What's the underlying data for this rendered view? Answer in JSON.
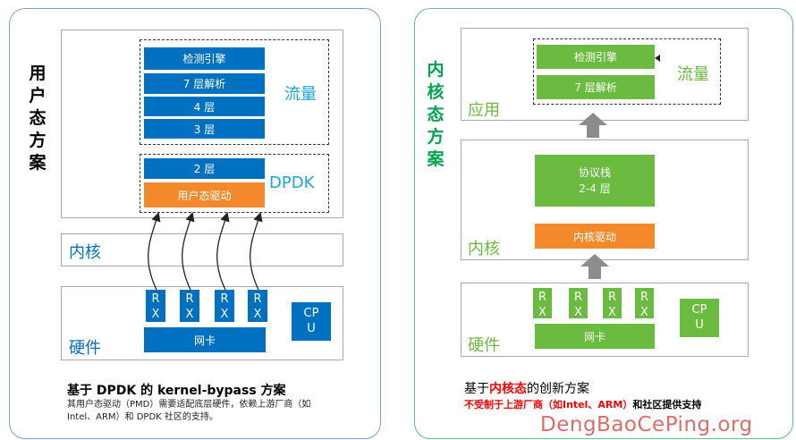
{
  "left": {
    "title_chars": [
      "用",
      "户",
      "态",
      "方",
      "案"
    ],
    "user_bars": [
      "检测引擎",
      "7 层解析",
      "4 层",
      "3 层"
    ],
    "flow_label": "流量",
    "dpdk_bars": [
      "2 层",
      "用户态驱动"
    ],
    "dpdk_label": "DPDK",
    "kernel_label": "内核",
    "rx_chars": [
      "R",
      "X"
    ],
    "nic_label": "网卡",
    "cpu_lines": [
      "CP",
      "U"
    ],
    "hw_label": "硬件",
    "caption_title": "基于 DPDK 的 kernel-bypass 方案",
    "caption_sub_1": "其用户态驱动（PMD）需要适配底层硬件，依赖上游厂商（如",
    "caption_sub_2": "Intel、ARM）和 DPDK 社区的支持。"
  },
  "right": {
    "title_chars": [
      "内",
      "核",
      "态",
      "方",
      "案"
    ],
    "app_bars": [
      "检测引擎",
      "7 层解析"
    ],
    "flow_label": "流量",
    "app_label": "应用",
    "stack_lines": [
      "协议栈",
      "2-4 层"
    ],
    "driver_label": "内核驱动",
    "kernel_label": "内核",
    "rx_chars": [
      "R",
      "X"
    ],
    "nic_label": "网卡",
    "cpu_lines": [
      "CP",
      "U"
    ],
    "hw_label": "硬件",
    "caption_pre": "基于",
    "caption_red": "内核态",
    "caption_post": "的创新方案",
    "caption_sub_red": "不受制于上游厂商（如Intel、ARM）",
    "caption_sub_post": "和社区提供支持"
  },
  "watermark": "DengBaoCePing.org",
  "colors": {
    "blue": "#0070c0",
    "orange": "#f4892b",
    "green": "#6abb3f",
    "cyan": "#1ea4d9",
    "red": "#ff0000",
    "arrow_gray": "#8c8c8c"
  }
}
